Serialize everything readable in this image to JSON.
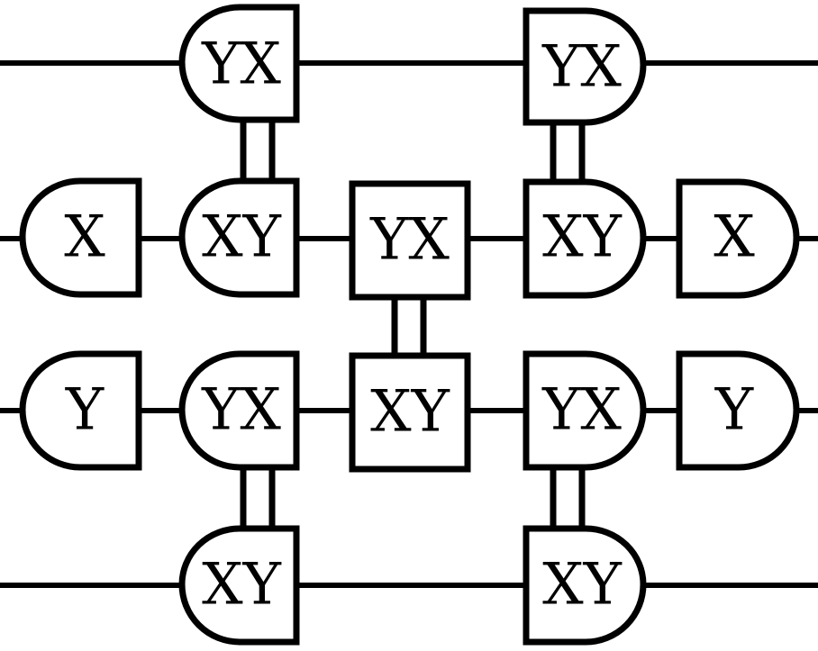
{
  "gates": {
    "r1_c2": "YX",
    "r1_c4": "YX",
    "r2_c1": "X",
    "r2_c2": "XY",
    "r2_c3": "YX",
    "r2_c4": "XY",
    "r2_c5": "X",
    "r3_c1": "Y",
    "r3_c2": "YX",
    "r3_c3": "XY",
    "r3_c4": "YX",
    "r3_c5": "Y",
    "r4_c2": "XY",
    "r4_c4": "XY"
  },
  "colors": {
    "stroke": "#000000",
    "background": "#ffffff"
  }
}
